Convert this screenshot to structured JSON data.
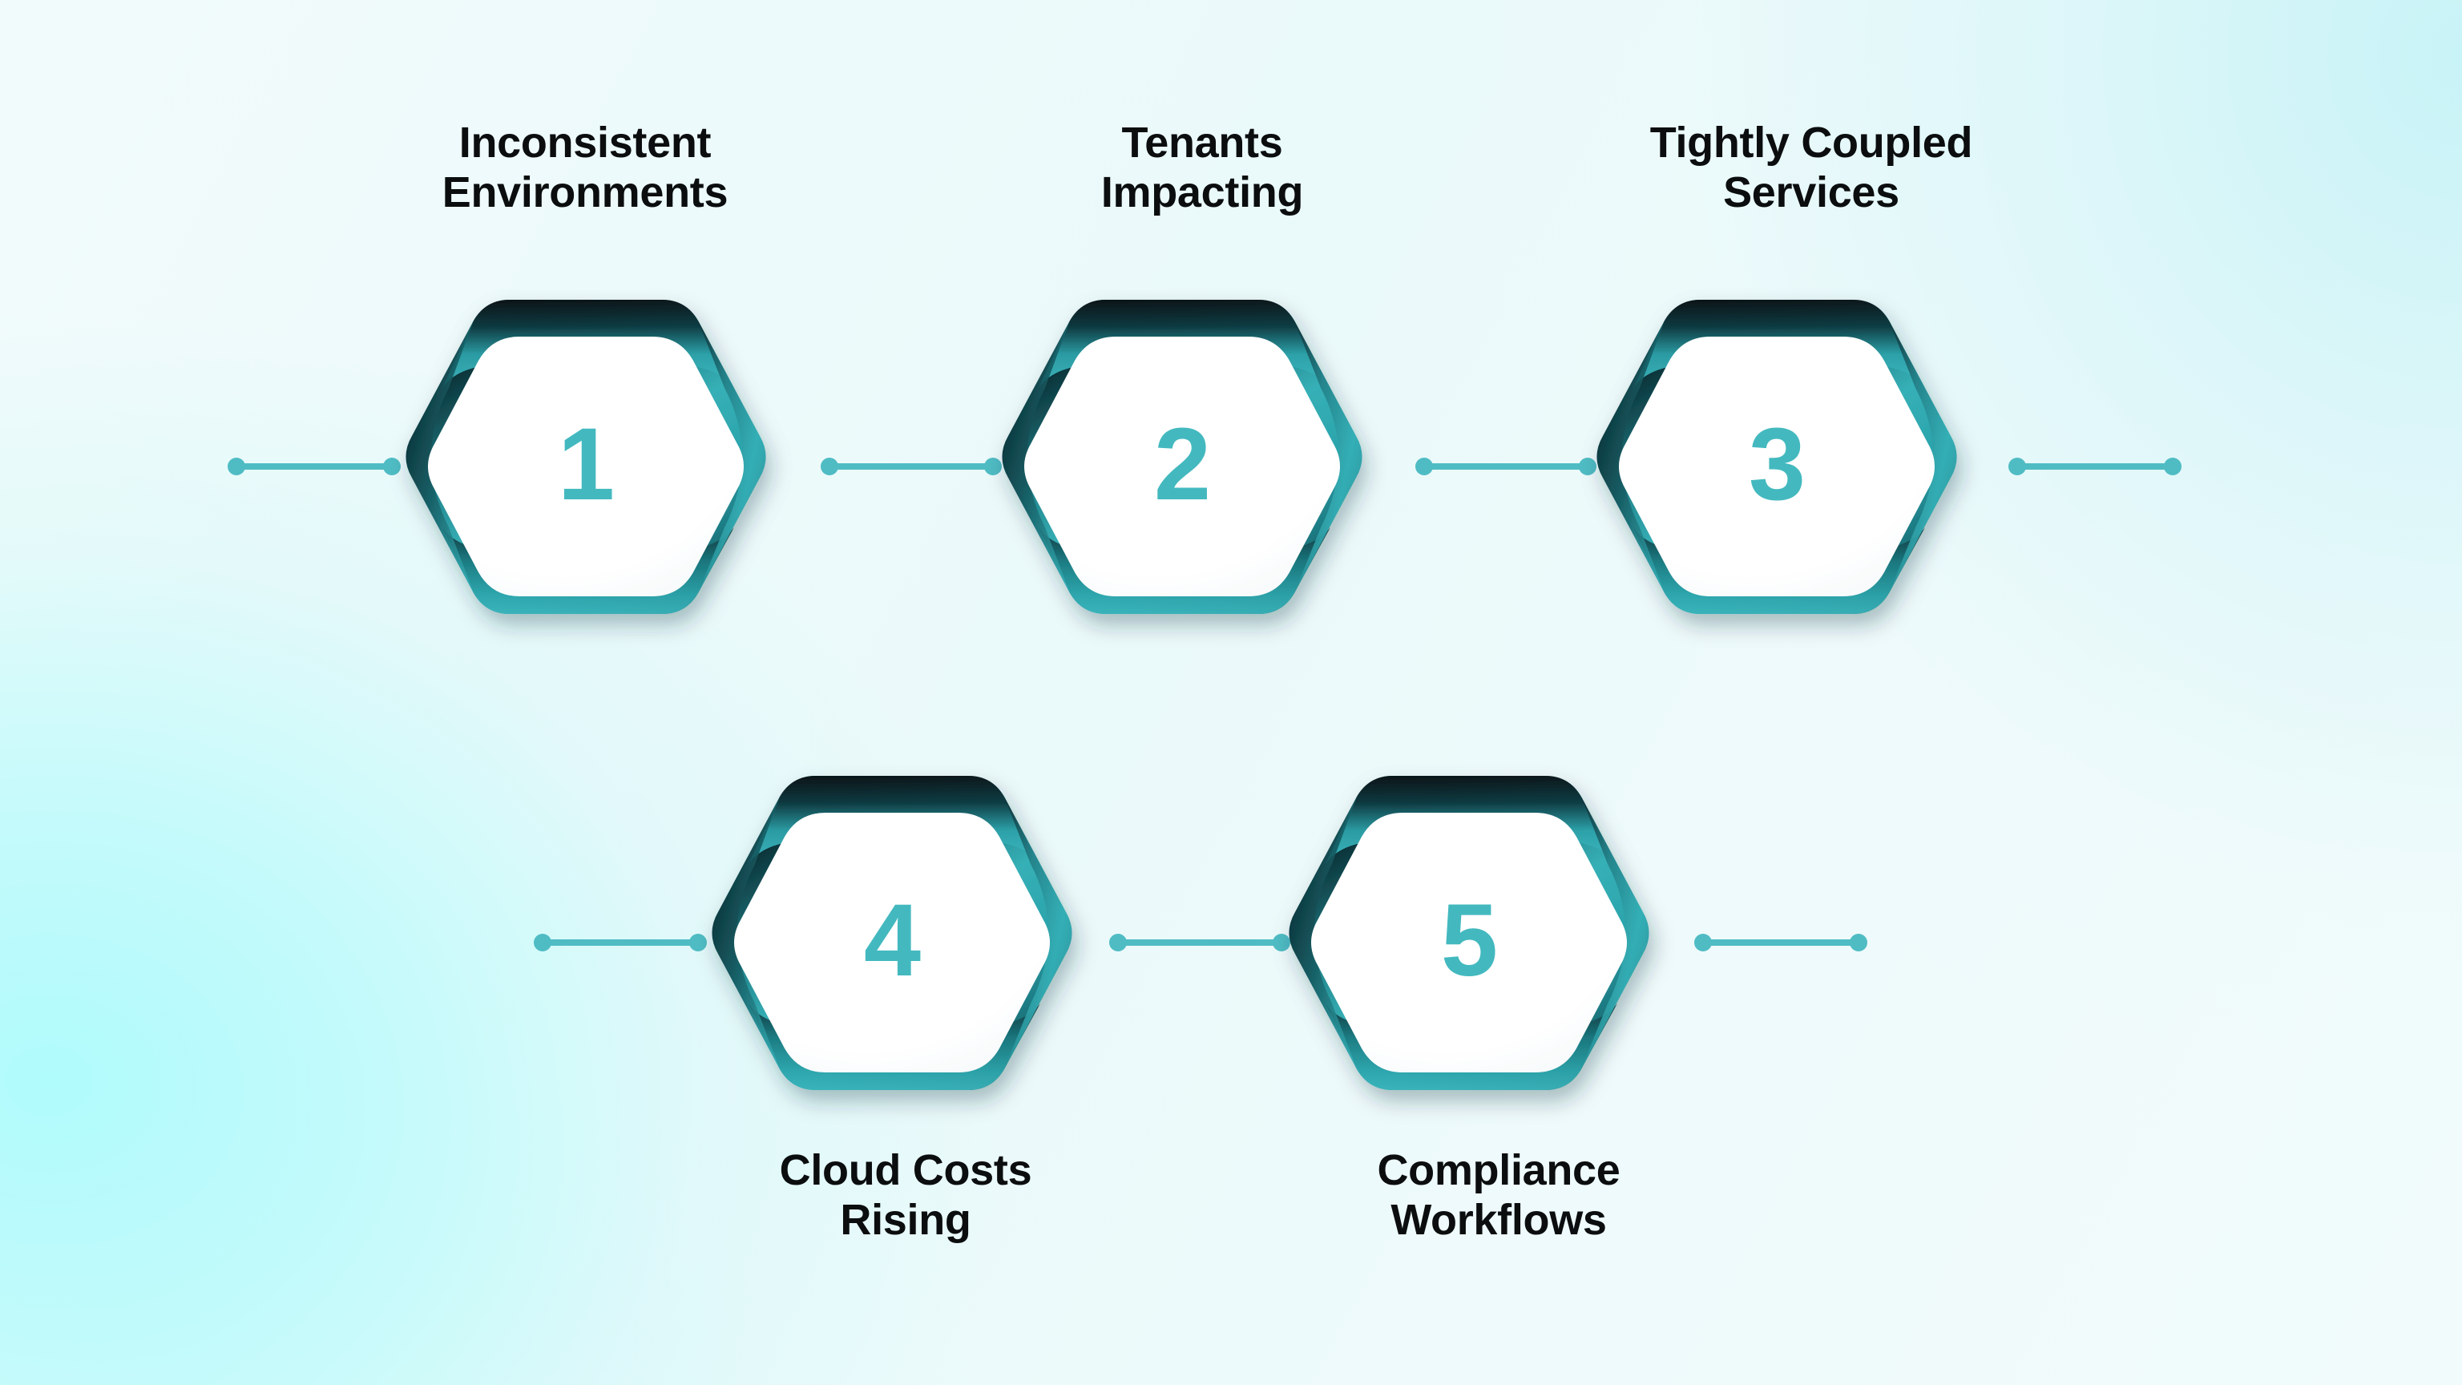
{
  "diagram": {
    "type": "numbered-hexagon-process",
    "background": {
      "base_color": "#eefafa",
      "accent_cyan": "#b0fbfc",
      "accent_pale_cyan": "#c8f3f7",
      "pale_mint": "#f2fbfb"
    },
    "palette": {
      "number_teal": "#43b9bf",
      "connector_teal": "#4fbcc4",
      "ring_bright_teal": "#2fa8b0",
      "ring_dark": "#0c2a2e",
      "node_fill": "#ffffff",
      "label_text": "#0b0d0e"
    },
    "nodes": [
      {
        "number": "1",
        "label": "Inconsistent\nEnvironments",
        "label_position": "above",
        "row": "top"
      },
      {
        "number": "2",
        "label": "Tenants\nImpacting",
        "label_position": "above",
        "row": "top"
      },
      {
        "number": "3",
        "label": "Tightly Coupled\nServices",
        "label_position": "above",
        "row": "top"
      },
      {
        "number": "4",
        "label": "Cloud Costs\nRising",
        "label_position": "below",
        "row": "bottom"
      },
      {
        "number": "5",
        "label": "Compliance\nWorkflows",
        "label_position": "below",
        "row": "bottom"
      }
    ],
    "connectors": [
      {
        "name": "connector-lead-in",
        "caps": "both"
      },
      {
        "name": "connector-1-to-2",
        "caps": "both"
      },
      {
        "name": "connector-2-to-3",
        "caps": "both"
      },
      {
        "name": "connector-3-trail",
        "caps": "both"
      },
      {
        "name": "connector-lead-in-2",
        "caps": "both"
      },
      {
        "name": "connector-4-to-5",
        "caps": "both"
      },
      {
        "name": "connector-5-trail",
        "caps": "both"
      }
    ]
  }
}
